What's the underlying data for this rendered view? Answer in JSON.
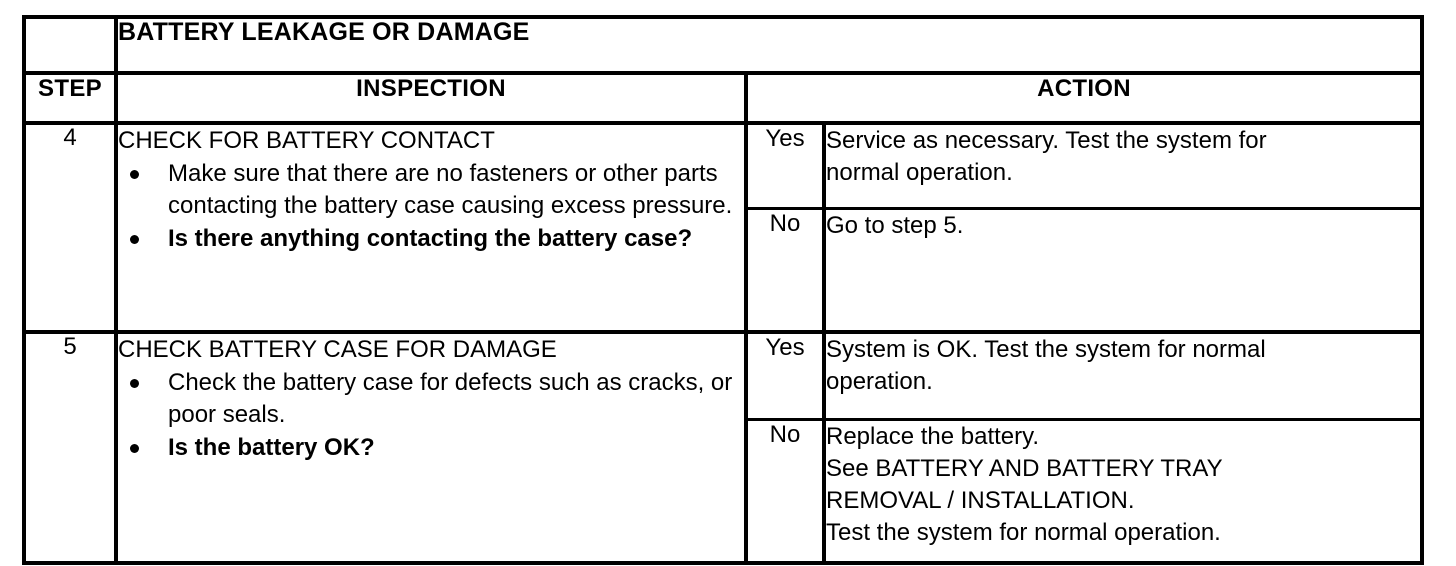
{
  "document": {
    "title": "BATTERY LEAKAGE OR DAMAGE",
    "title_blank_cell": ""
  },
  "headers": {
    "step": "STEP",
    "inspection": "INSPECTION",
    "action": "ACTION"
  },
  "rows": [
    {
      "step": "4",
      "inspection_title": "CHECK FOR BATTERY CONTACT",
      "bullets": [
        {
          "text": "Make sure that there are no fasteners or other parts contacting the battery case causing excess pressure.",
          "bold": false
        },
        {
          "text": "Is there anything contacting the battery case?",
          "bold": true
        }
      ],
      "branches": [
        {
          "answer": "Yes",
          "action_lines": [
            "Service as necessary.  Test the system for",
            "normal operation."
          ]
        },
        {
          "answer": "No",
          "action_lines": [
            "Go to step 5."
          ]
        }
      ]
    },
    {
      "step": "5",
      "inspection_title": "CHECK BATTERY CASE FOR DAMAGE",
      "bullets": [
        {
          "text": "Check the battery case for defects such as cracks, or poor seals.",
          "bold": false
        },
        {
          "text": "Is the battery OK?",
          "bold": true
        }
      ],
      "branches": [
        {
          "answer": "Yes",
          "action_lines": [
            "System is OK. Test the system for normal",
            "operation."
          ]
        },
        {
          "answer": "No",
          "action_lines": [
            "Replace the battery.",
            "See  BATTERY AND BATTERY TRAY",
            "REMOVAL / INSTALLATION.",
            "Test the system for normal operation."
          ]
        }
      ]
    }
  ],
  "colors": {
    "ink": "#000000",
    "paper": "#ffffff"
  }
}
